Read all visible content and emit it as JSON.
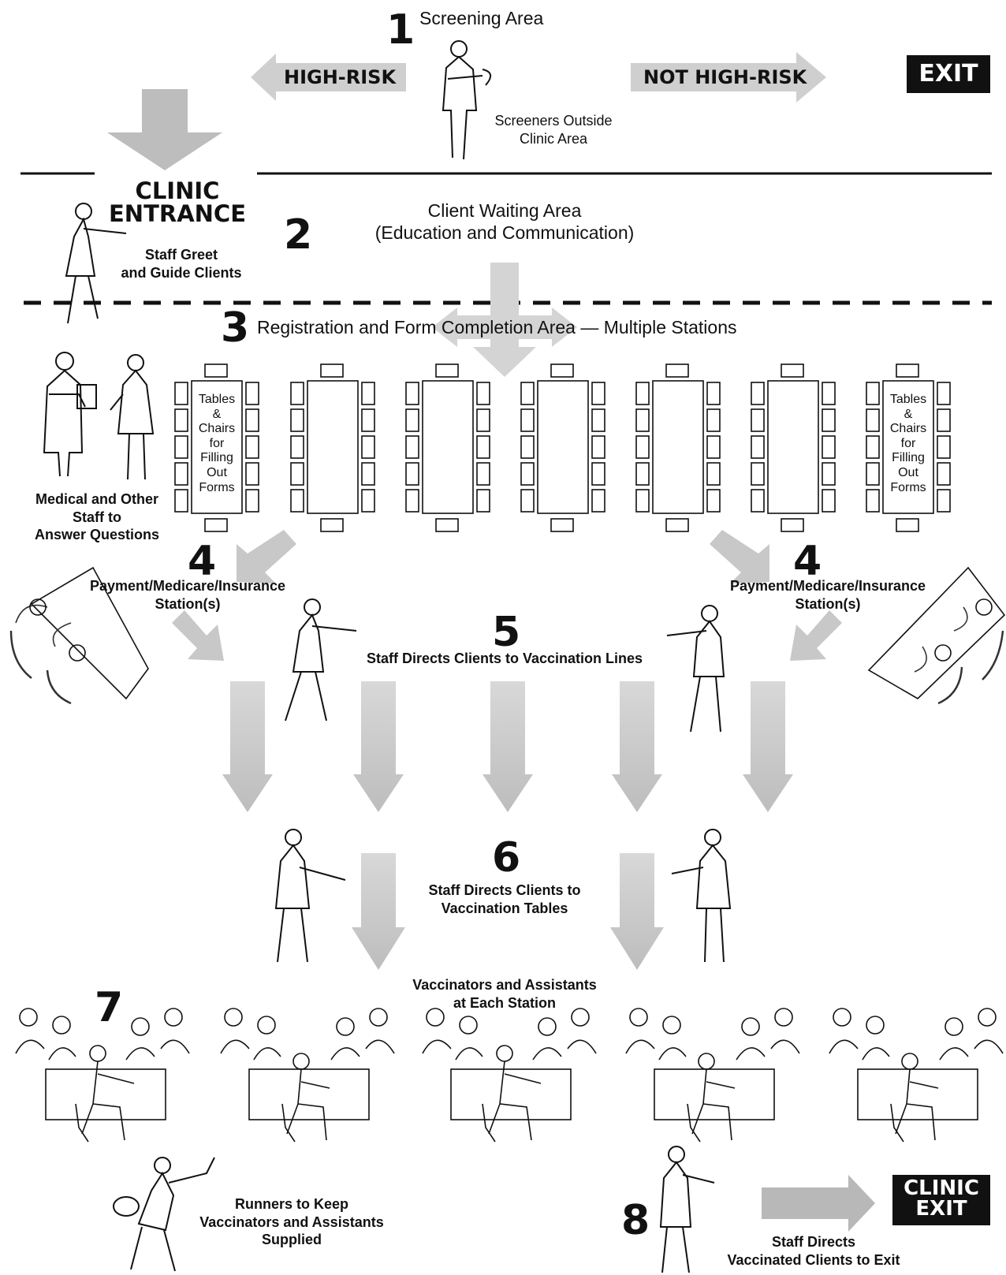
{
  "steps": {
    "s1": {
      "num": "1",
      "label": "Screening Area"
    },
    "s2": {
      "num": "2",
      "label_line1": "Client Waiting Area",
      "label_line2": "(Education and Communication)"
    },
    "s3": {
      "num": "3",
      "label": "Registration and Form Completion Area — Multiple Stations"
    },
    "s4": {
      "num": "4",
      "label_line1": "Payment/Medicare/Insurance",
      "label_line2": "Station(s)"
    },
    "s5": {
      "num": "5",
      "label": "Staff Directs Clients to Vaccination Lines"
    },
    "s6": {
      "num": "6",
      "label_line1": "Staff Directs Clients to",
      "label_line2": "Vaccination Tables"
    },
    "s7": {
      "num": "7",
      "label_line1": "Vaccinators and Assistants",
      "label_line2": "at Each Station"
    },
    "s8": {
      "num": "8",
      "label_line1": "Staff Directs",
      "label_line2": "Vaccinated Clients to Exit"
    }
  },
  "screening": {
    "high_risk": "HIGH-RISK",
    "not_high_risk": "NOT HIGH-RISK",
    "exit": "EXIT",
    "screeners_line1": "Screeners Outside",
    "screeners_line2": "Clinic Area"
  },
  "entrance": {
    "title_line1": "CLINIC",
    "title_line2": "ENTRANCE",
    "staff_line1": "Staff Greet",
    "staff_line2": "and Guide Clients"
  },
  "registration": {
    "tables_label": [
      "Tables",
      "&",
      "Chairs",
      "for",
      "Filling",
      "Out",
      "Forms"
    ],
    "medical_line1": "Medical and Other",
    "medical_line2": "Staff to",
    "medical_line3": "Answer Questions"
  },
  "runners": {
    "line1": "Runners to Keep",
    "line2": "Vaccinators and Assistants",
    "line3": "Supplied"
  },
  "clinic_exit": {
    "line1": "CLINIC",
    "line2": "EXIT"
  },
  "colors": {
    "arrow": "#c4c4c4",
    "ink": "#111111",
    "badge": "#111111"
  }
}
